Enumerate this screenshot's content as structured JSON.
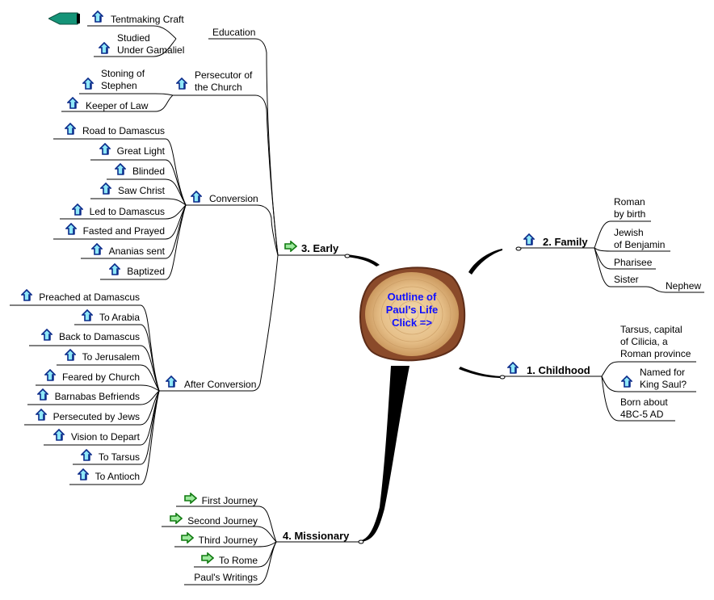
{
  "center": {
    "lines": [
      "Outline of",
      "Paul's Life",
      "Click =>"
    ],
    "text_color": "#1010ff"
  },
  "icons": {
    "link_up": "blue-up-arrow-icon",
    "link_right": "green-right-arrow-icon",
    "back": "teal-left-arrow-icon"
  },
  "colors": {
    "up_arrow": "#0a2a8a",
    "up_arrow_fill": "#8fe8f8",
    "right_arrow": "#117a11",
    "right_arrow_fill": "#9de89d",
    "back_arrow": "#159478"
  },
  "branches": {
    "childhood": {
      "label": "1. Childhood",
      "children": [
        {
          "label": "Tarsus, capital\nof Cilicia, a\nRoman province"
        },
        {
          "label": "Named for\nKing Saul?"
        },
        {
          "label": "Born about\n4BC-5 AD"
        }
      ]
    },
    "family": {
      "label": "2. Family",
      "children": [
        {
          "label": "Roman\nby birth"
        },
        {
          "label": "Jewish\nof Benjamin"
        },
        {
          "label": "Pharisee"
        },
        {
          "label": "Sister"
        },
        {
          "label": "Nephew"
        }
      ]
    },
    "early": {
      "label": "3. Early",
      "subtopics": {
        "education": {
          "label": "Education",
          "children": [
            "Tentmaking Craft",
            "Studied\nUnder Gamaliel"
          ]
        },
        "persecutor": {
          "label": "Persecutor of\nthe Church",
          "children": [
            "Stoning of\nStephen",
            "Keeper of Law"
          ]
        },
        "conversion": {
          "label": "Conversion",
          "children": [
            "Road to Damascus",
            "Great Light",
            "Blinded",
            "Saw Christ",
            "Led to Damascus",
            "Fasted and Prayed",
            "Ananias sent",
            "Baptized"
          ]
        },
        "after": {
          "label": "After Conversion",
          "children": [
            "Preached at Damascus",
            "To Arabia",
            "Back to Damascus",
            "To Jerusalem",
            "Feared by Church",
            "Barnabas Befriends",
            "Persecuted by Jews",
            "Vision to Depart",
            "To Tarsus",
            "To Antioch"
          ]
        }
      }
    },
    "missionary": {
      "label": "4. Missionary",
      "children": [
        "First Journey",
        "Second Journey",
        "Third Journey",
        "To Rome",
        "Paul's Writings"
      ]
    }
  }
}
